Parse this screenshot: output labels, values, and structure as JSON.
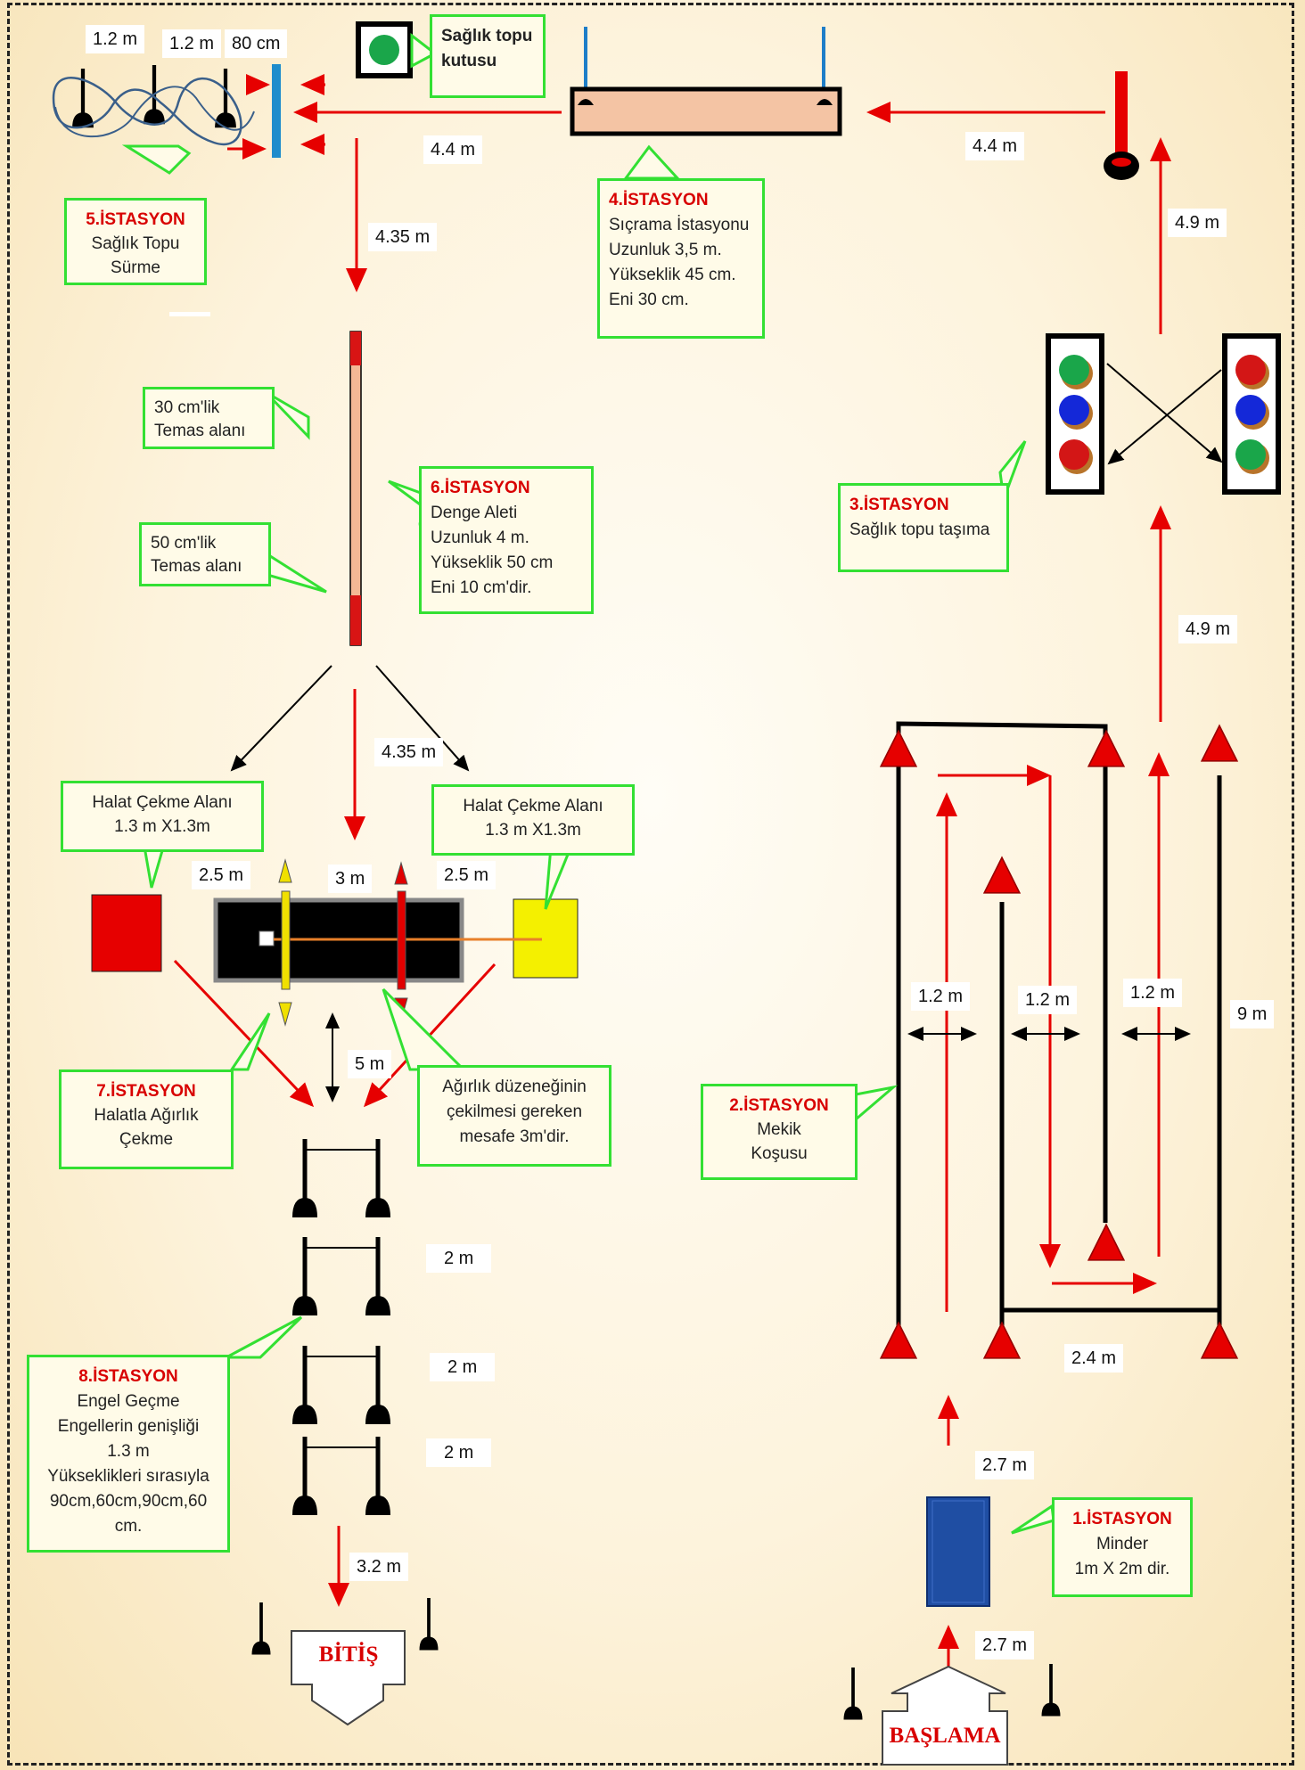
{
  "stations": {
    "s1": {
      "title": "1.İSTASYON",
      "lines": [
        "Minder",
        "1m X 2m dir."
      ]
    },
    "s2": {
      "title": "2.İSTASYON",
      "lines": [
        "Mekik",
        "Koşusu"
      ]
    },
    "s3": {
      "title": "3.İSTASYON",
      "lines": [
        "Sağlık topu taşıma"
      ]
    },
    "s4": {
      "title": "4.İSTASYON",
      "lines": [
        "Sıçrama İstasyonu",
        "Uzunluk 3,5 m.",
        "Yükseklik 45 cm.",
        "Eni 30 cm."
      ]
    },
    "s5": {
      "title": "5.İSTASYON",
      "lines": [
        "Sağlık Topu",
        "Sürme"
      ]
    },
    "s6": {
      "title": "6.İSTASYON",
      "lines": [
        "Denge Aleti",
        "Uzunluk 4 m.",
        "Yükseklik 50 cm",
        "Eni 10 cm'dir."
      ]
    },
    "s7": {
      "title": "7.İSTASYON",
      "lines": [
        "Halatla Ağırlık",
        "Çekme"
      ]
    },
    "s8": {
      "title": "8.İSTASYON",
      "lines": [
        "Engel Geçme",
        "Engellerin genişliği",
        "1.3 m",
        "Yükseklikleri sırasıyla",
        "90cm,60cm,90cm,60",
        "cm."
      ]
    }
  },
  "notes": {
    "ball_box": [
      "Sağlık topu",
      "kutusu"
    ],
    "contact30": [
      "30 cm'lik",
      "Temas alanı"
    ],
    "contact50": [
      "50 cm'lik",
      "Temas alanı"
    ],
    "rope_left": [
      "Halat  Çekme Alanı",
      "1.3 m X1.3m"
    ],
    "rope_right": [
      "Halat  Çekme Alanı",
      "1.3 m X1.3m"
    ],
    "weight_distance": [
      "Ağırlık düzeneğinin",
      "çekilmesi gereken",
      "mesafe 3m'dir."
    ]
  },
  "measurements": {
    "m_1_2_a": "1.2 m",
    "m_1_2_b": "1.2 m",
    "m_80": "80 cm",
    "m_4_4_a": "4.4 m",
    "m_4_4_b": "4.4 m",
    "m_4_35_a": "4.35 m",
    "m_4_35_b": "4.35 m",
    "m_4_9_a": "4.9 m",
    "m_4_9_b": "4.9 m",
    "m_2_5_a": "2.5 m",
    "m_3": "3 m",
    "m_2_5_b": "2.5 m",
    "m_5": "5 m",
    "m_shuttle_1": "1.2 m",
    "m_shuttle_2": "1.2 m",
    "m_shuttle_3": "1.2 m",
    "m_9": "9 m",
    "m_2_4": "2.4 m",
    "m_2_7_a": "2.7 m",
    "m_2_7_b": "2.7 m",
    "m_2_a": "2 m",
    "m_2_b": "2 m",
    "m_2_c": "2 m",
    "m_3_2": "3.2 m"
  },
  "start_label": "BAŞLAMA",
  "finish_label": "BİTİŞ",
  "colors": {
    "arrow": "#e60000",
    "callout_border": "#33e033",
    "title": "#d80000",
    "mat": "#1f4ea3",
    "beam": "#f4b895",
    "ball_green": "#1aa64a",
    "ball_blue": "#1428d8",
    "ball_red": "#d31616"
  }
}
